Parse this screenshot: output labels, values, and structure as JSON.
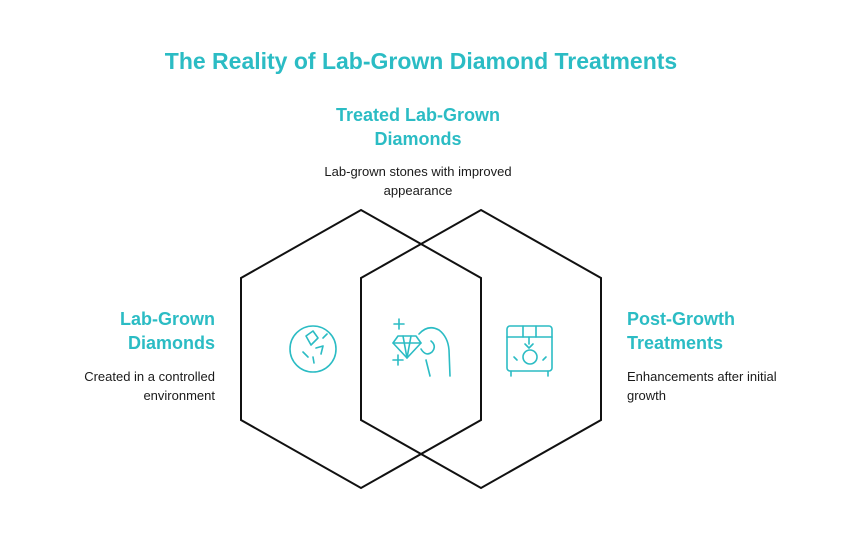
{
  "title": "The Reality of Lab-Grown Diamond Treatments",
  "sections": {
    "top": {
      "heading": "Treated Lab-Grown Diamonds",
      "description": "Lab-grown stones with improved appearance",
      "icon": "hand-holding-diamond-icon"
    },
    "left": {
      "heading": "Lab-Grown Diamonds",
      "description": "Created in a controlled environment",
      "icon": "diamond-sparkle-icon"
    },
    "right": {
      "heading": "Post-Growth Treatments",
      "description": "Enhancements after initial growth",
      "icon": "treatment-machine-icon"
    }
  },
  "colors": {
    "accent": "#2bbcc4",
    "outline": "#111111",
    "text": "#1a1a1a"
  }
}
